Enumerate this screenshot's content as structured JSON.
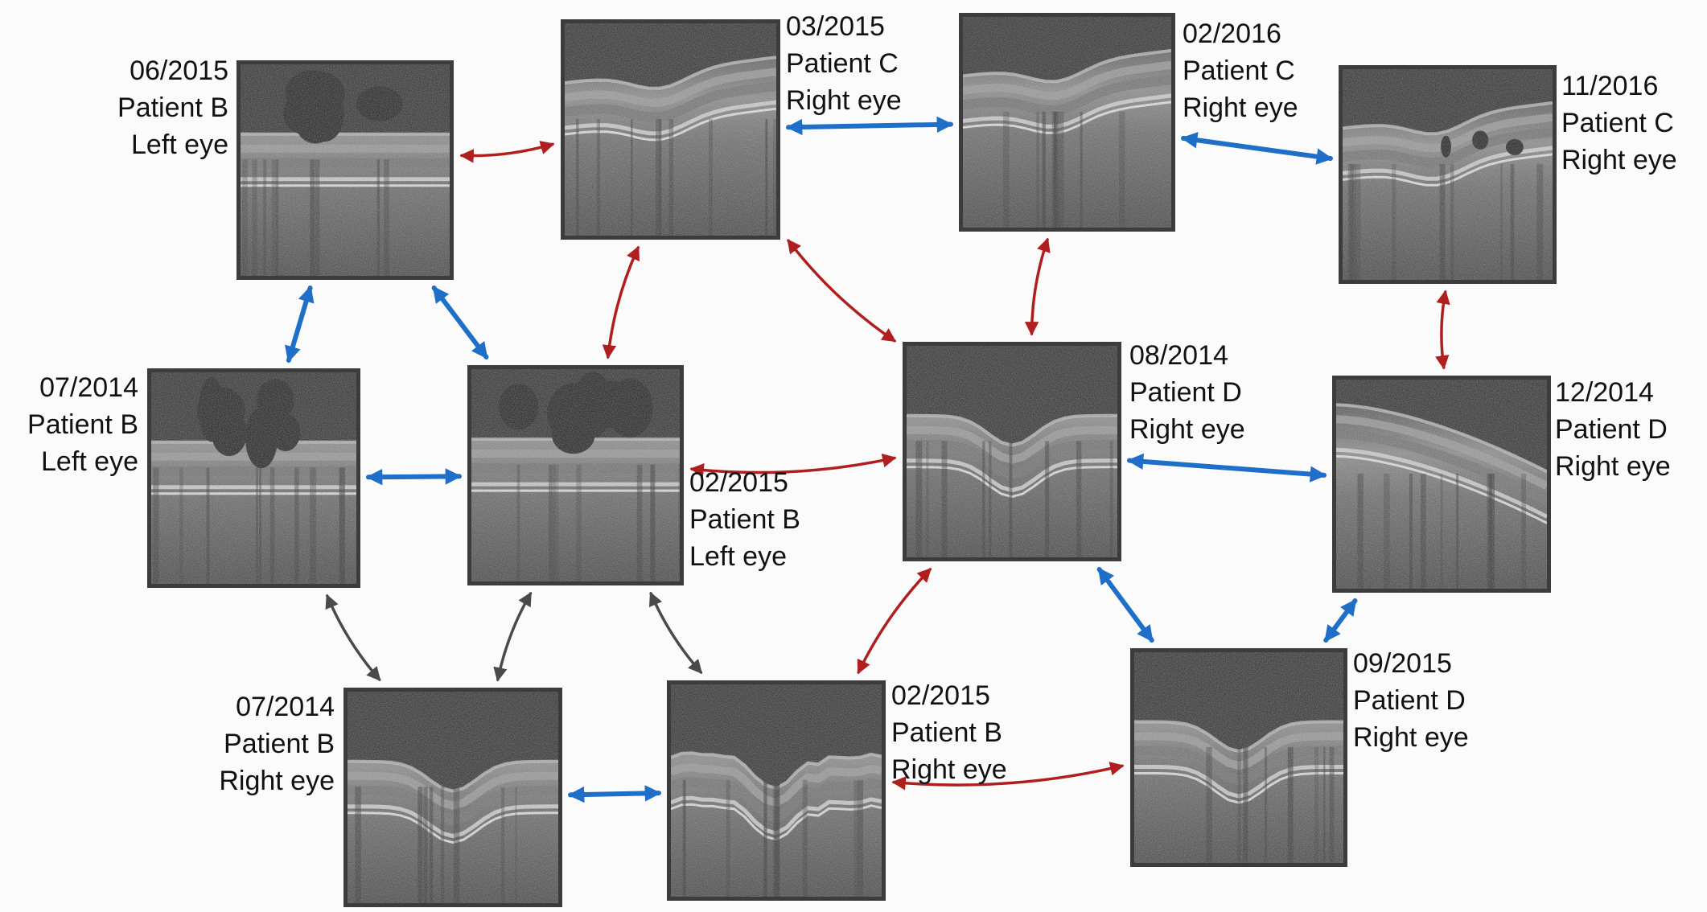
{
  "scans": [
    {
      "id": "b-left-2015-06",
      "date": "06/2015",
      "patient": "Patient B",
      "eye": "Left eye",
      "label_side": "left",
      "pathology": "cysts"
    },
    {
      "id": "c-right-2015-03",
      "date": "03/2015",
      "patient": "Patient C",
      "eye": "Right eye",
      "label_side": "right",
      "pathology": "elevated"
    },
    {
      "id": "c-right-2016-02",
      "date": "02/2016",
      "patient": "Patient C",
      "eye": "Right eye",
      "label_side": "right",
      "pathology": "elevated"
    },
    {
      "id": "c-right-2016-11",
      "date": "11/2016",
      "patient": "Patient C",
      "eye": "Right eye",
      "label_side": "right",
      "pathology": "elevated-small-cysts"
    },
    {
      "id": "b-left-2014-07",
      "date": "07/2014",
      "patient": "Patient B",
      "eye": "Left eye",
      "label_side": "left",
      "pathology": "cysts"
    },
    {
      "id": "b-left-2015-02",
      "date": "02/2015",
      "patient": "Patient B",
      "eye": "Left eye",
      "label_side": "right",
      "pathology": "cysts"
    },
    {
      "id": "d-right-2014-08",
      "date": "08/2014",
      "patient": "Patient D",
      "eye": "Right eye",
      "label_side": "right",
      "pathology": "normal"
    },
    {
      "id": "d-right-2014-12",
      "date": "12/2014",
      "patient": "Patient D",
      "eye": "Right eye",
      "label_side": "right",
      "pathology": "tilted"
    },
    {
      "id": "b-right-2014-07",
      "date": "07/2014",
      "patient": "Patient B",
      "eye": "Right eye",
      "label_side": "left",
      "pathology": "normal"
    },
    {
      "id": "b-right-2015-02",
      "date": "02/2015",
      "patient": "Patient B",
      "eye": "Right eye",
      "label_side": "right",
      "pathology": "irregular"
    },
    {
      "id": "d-right-2015-09",
      "date": "09/2015",
      "patient": "Patient D",
      "eye": "Right eye",
      "label_side": "right",
      "pathology": "normal"
    }
  ],
  "link_colors": {
    "blue": "#1f6fc9",
    "red": "#b01f1f",
    "gray": "#4a4a4a"
  },
  "links": [
    {
      "from": "b-left-2015-06",
      "to": "c-right-2015-03",
      "color": "red"
    },
    {
      "from": "c-right-2015-03",
      "to": "c-right-2016-02",
      "color": "blue"
    },
    {
      "from": "c-right-2016-02",
      "to": "c-right-2016-11",
      "color": "blue"
    },
    {
      "from": "b-left-2015-06",
      "to": "b-left-2014-07",
      "color": "blue"
    },
    {
      "from": "b-left-2015-06",
      "to": "b-left-2015-02",
      "color": "blue"
    },
    {
      "from": "c-right-2015-03",
      "to": "b-left-2015-02",
      "color": "red"
    },
    {
      "from": "c-right-2015-03",
      "to": "d-right-2014-08",
      "color": "red"
    },
    {
      "from": "c-right-2016-02",
      "to": "d-right-2014-08",
      "color": "red"
    },
    {
      "from": "c-right-2016-11",
      "to": "d-right-2014-12",
      "color": "red"
    },
    {
      "from": "b-left-2014-07",
      "to": "b-left-2015-02",
      "color": "blue"
    },
    {
      "from": "b-left-2015-02",
      "to": "d-right-2014-08",
      "color": "red"
    },
    {
      "from": "d-right-2014-08",
      "to": "d-right-2014-12",
      "color": "blue"
    },
    {
      "from": "b-left-2014-07",
      "to": "b-right-2014-07",
      "color": "gray"
    },
    {
      "from": "b-left-2015-02",
      "to": "b-right-2014-07",
      "color": "gray"
    },
    {
      "from": "b-left-2015-02",
      "to": "b-right-2015-02",
      "color": "gray"
    },
    {
      "from": "d-right-2014-08",
      "to": "b-right-2015-02",
      "color": "red"
    },
    {
      "from": "d-right-2014-08",
      "to": "d-right-2015-09",
      "color": "blue"
    },
    {
      "from": "d-right-2014-12",
      "to": "d-right-2015-09",
      "color": "blue"
    },
    {
      "from": "b-right-2014-07",
      "to": "b-right-2015-02",
      "color": "blue"
    },
    {
      "from": "b-right-2015-02",
      "to": "d-right-2015-09",
      "color": "red"
    }
  ]
}
